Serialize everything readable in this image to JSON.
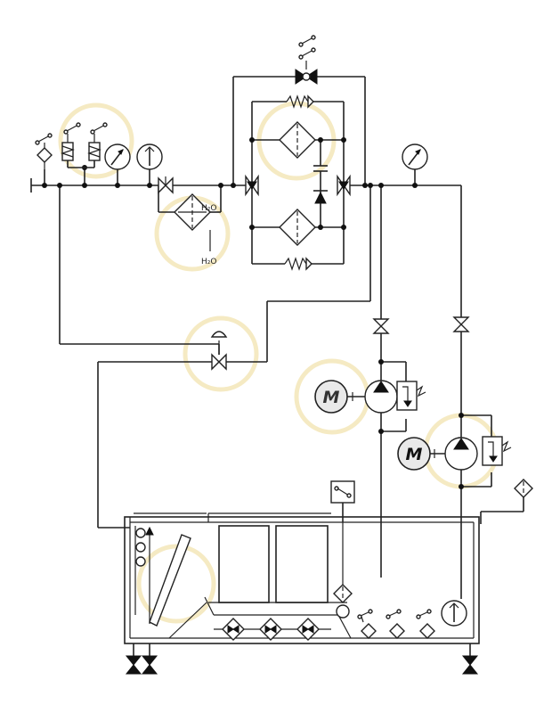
{
  "diagram": {
    "type": "hydraulic-schematic",
    "labels": {
      "h2o_top": "H₂O",
      "h2o_bottom": "H₂O",
      "motor_1": "M",
      "motor_2": "M"
    },
    "colors": {
      "line": "#222222",
      "highlight": "#f3e6b8",
      "motor_fill": "#e9e9e9"
    }
  }
}
